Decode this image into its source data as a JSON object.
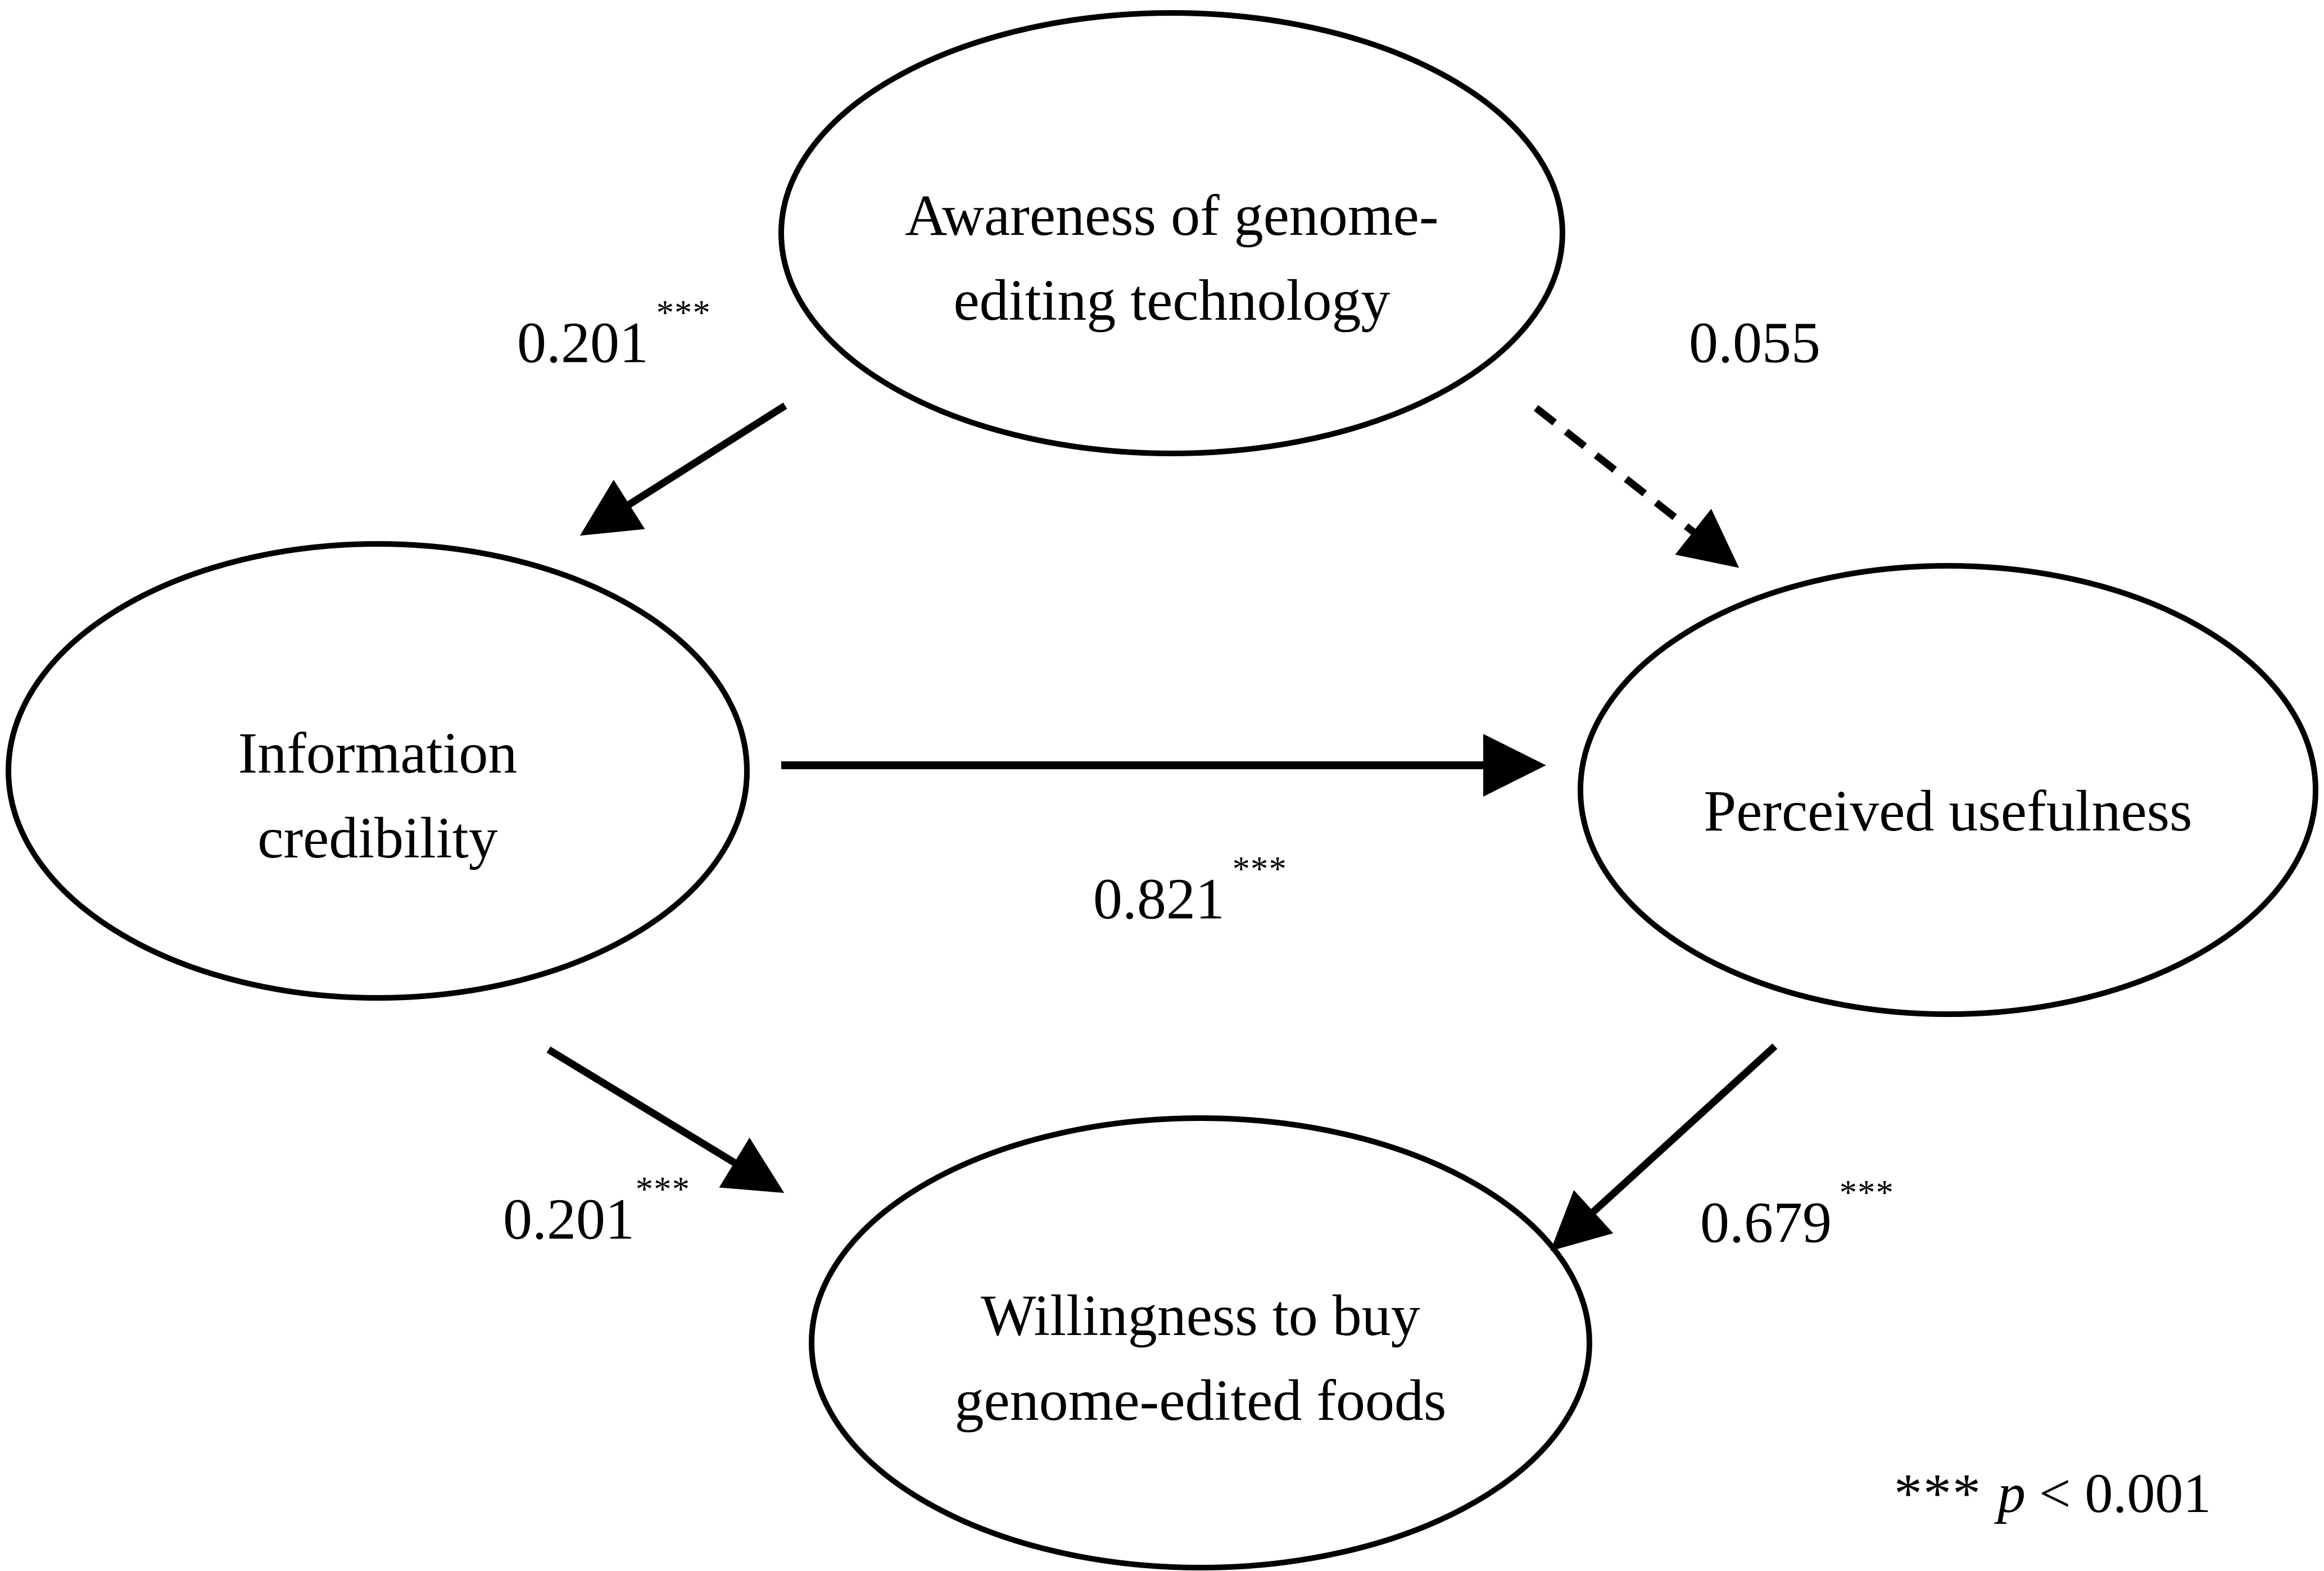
{
  "diagram": {
    "type": "structural-equation-path-diagram",
    "colors": {
      "ink": "#000000",
      "background": "#ffffff"
    },
    "nodes": {
      "awareness": {
        "line1": "Awareness of genome-",
        "line2": "editing technology"
      },
      "information_credibility": {
        "line1": "Information",
        "line2": "credibility"
      },
      "perceived_usefulness": {
        "line1": "Perceived usefulness"
      },
      "willingness_to_buy": {
        "line1": "Willingness to buy",
        "line2": "genome-edited foods"
      }
    },
    "paths": {
      "awareness_to_information": {
        "value": "0.201",
        "stars": "***",
        "style": "solid"
      },
      "awareness_to_perceived": {
        "value": "0.055",
        "stars": "",
        "style": "dashed"
      },
      "information_to_perceived": {
        "value": "0.821",
        "stars": "***",
        "style": "solid"
      },
      "information_to_willingness": {
        "value": "0.201",
        "stars": "***",
        "style": "solid"
      },
      "perceived_to_willingness": {
        "value": "0.679",
        "stars": "***",
        "style": "solid"
      }
    },
    "footnote": {
      "stars": "***",
      "symbol": "p",
      "condition": "< 0.001"
    }
  }
}
